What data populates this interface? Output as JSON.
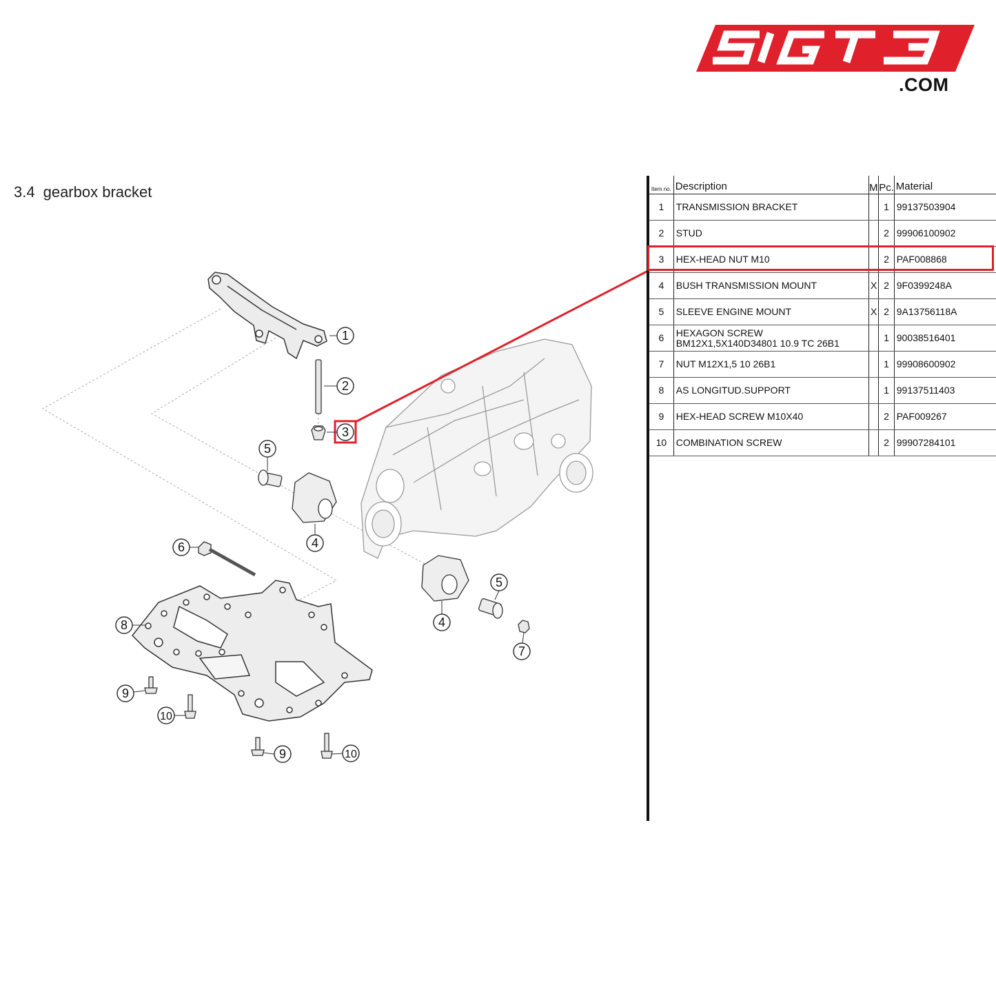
{
  "brand": {
    "logo_text": "51GT3",
    "domain_suffix": ".COM",
    "accent_color": "#e0202a"
  },
  "section": {
    "number": "3.4",
    "title": "gearbox bracket"
  },
  "diagram": {
    "callouts": [
      "1",
      "2",
      "3",
      "5",
      "4",
      "6",
      "8",
      "4",
      "5",
      "7",
      "9",
      "10",
      "9",
      "10"
    ],
    "highlighted_item": "3",
    "highlight_color": "#e0202a"
  },
  "table": {
    "headers": {
      "item": "Item no.",
      "description": "Description",
      "m": "M",
      "pc": "Pc.",
      "material": "Material"
    },
    "rows": [
      {
        "item": "1",
        "description": "TRANSMISSION BRACKET",
        "m": "",
        "pc": "1",
        "material": "99137503904"
      },
      {
        "item": "2",
        "description": "STUD",
        "m": "",
        "pc": "2",
        "material": "99906100902"
      },
      {
        "item": "3",
        "description": "HEX-HEAD NUT M10",
        "m": "",
        "pc": "2",
        "material": "PAF008868"
      },
      {
        "item": "4",
        "description": "BUSH TRANSMISSION MOUNT",
        "m": "X",
        "pc": "2",
        "material": "9F0399248A"
      },
      {
        "item": "5",
        "description": "SLEEVE ENGINE MOUNT",
        "m": "X",
        "pc": "2",
        "material": "9A13756118A"
      },
      {
        "item": "6",
        "description": "HEXAGON SCREW BM12X1,5X140D34801 10.9 TC 26B1",
        "m": "",
        "pc": "1",
        "material": "90038516401"
      },
      {
        "item": "7",
        "description": "NUT M12X1,5 10 26B1",
        "m": "",
        "pc": "1",
        "material": "99908600902"
      },
      {
        "item": "8",
        "description": "AS LONGITUD.SUPPORT",
        "m": "",
        "pc": "1",
        "material": "99137511403"
      },
      {
        "item": "9",
        "description": "HEX-HEAD SCREW M10X40",
        "m": "",
        "pc": "2",
        "material": "PAF009267"
      },
      {
        "item": "10",
        "description": "COMBINATION SCREW",
        "m": "",
        "pc": "2",
        "material": "99907284101"
      }
    ]
  }
}
